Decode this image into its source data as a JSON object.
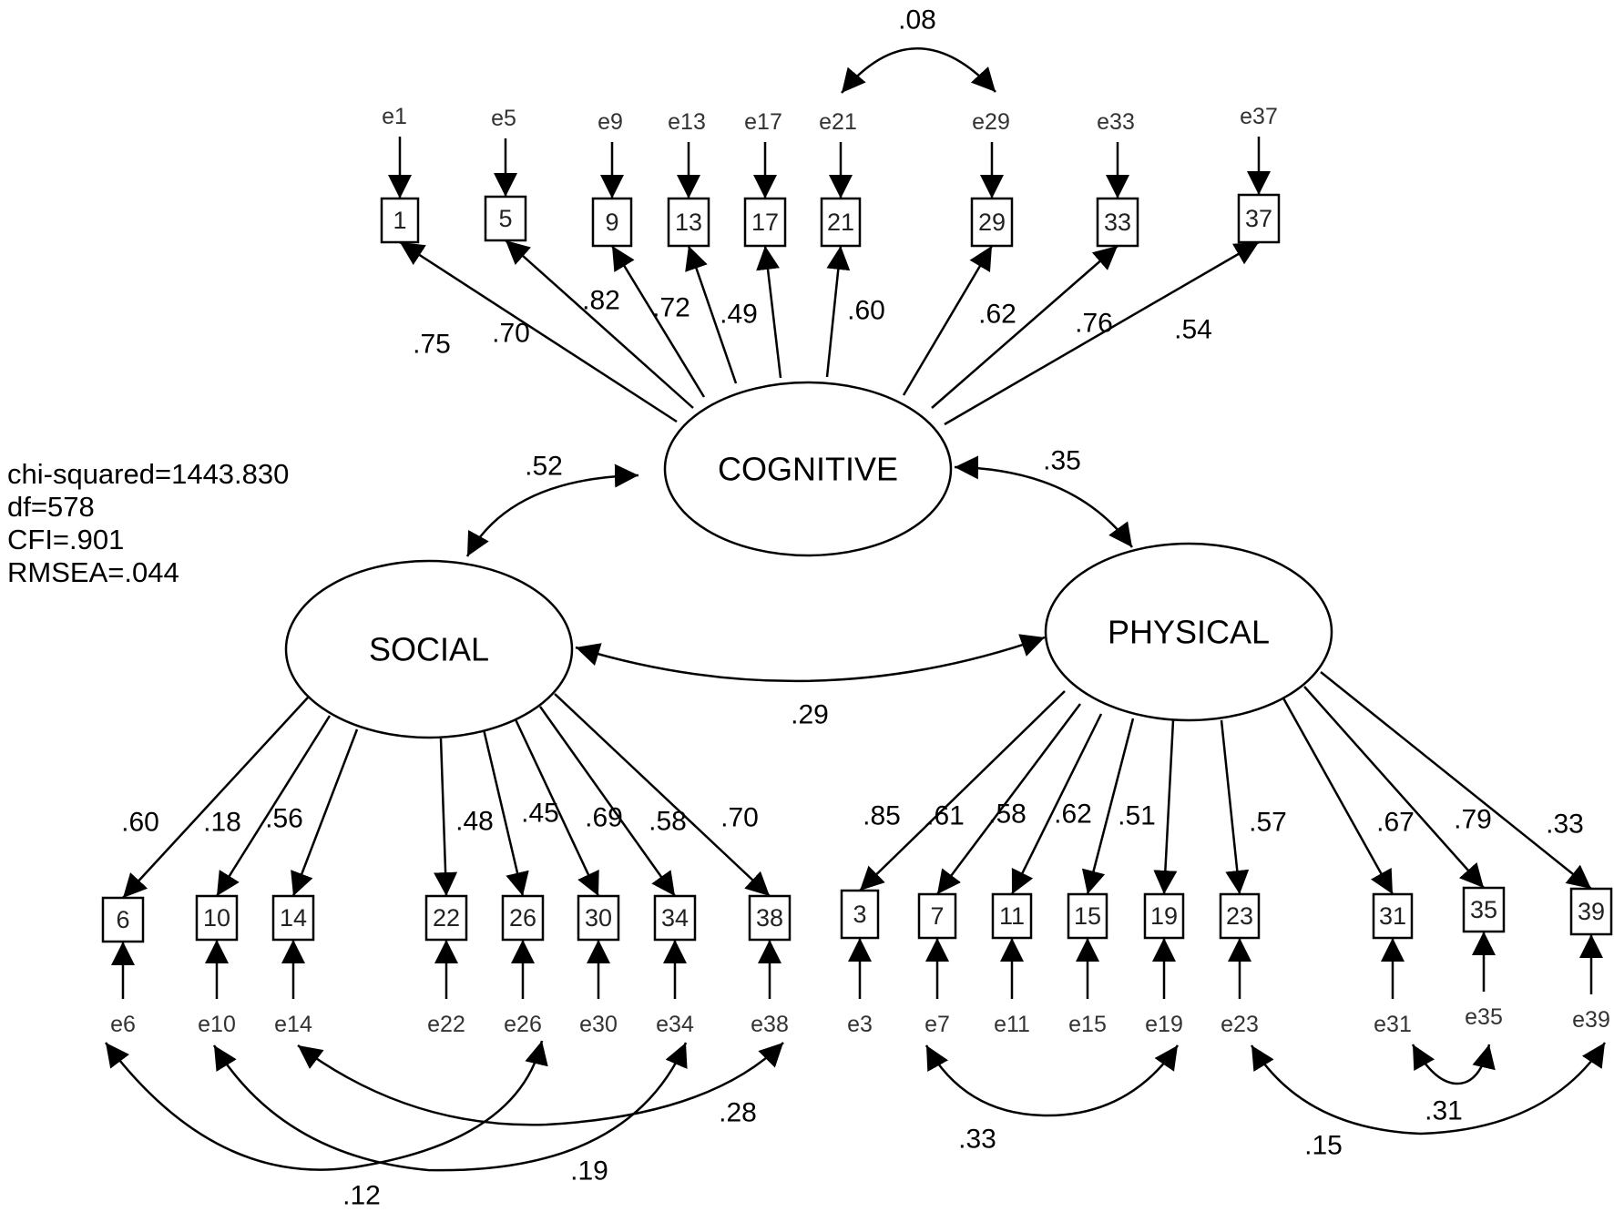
{
  "fit": {
    "chi_squared": "chi-squared=1443.830",
    "df": "df=578",
    "cfi": "CFI=.901",
    "rmsea": "RMSEA=.044"
  },
  "latents": [
    {
      "id": "cog",
      "label": "COGNITIVE"
    },
    {
      "id": "soc",
      "label": "SOCIAL"
    },
    {
      "id": "phy",
      "label": "PHYSICAL"
    }
  ],
  "indicators": [
    {
      "item": "1",
      "error": "e1",
      "loading": ".75",
      "factor": "cog"
    },
    {
      "item": "5",
      "error": "e5",
      "loading": ".70",
      "factor": "cog"
    },
    {
      "item": "9",
      "error": "e9",
      "loading": ".82",
      "factor": "cog"
    },
    {
      "item": "13",
      "error": "e13",
      "loading": ".72",
      "factor": "cog"
    },
    {
      "item": "17",
      "error": "e17",
      "loading": ".49",
      "factor": "cog"
    },
    {
      "item": "21",
      "error": "e21",
      "loading": ".60",
      "factor": "cog"
    },
    {
      "item": "29",
      "error": "e29",
      "loading": ".62",
      "factor": "cog"
    },
    {
      "item": "33",
      "error": "e33",
      "loading": ".76",
      "factor": "cog"
    },
    {
      "item": "37",
      "error": "e37",
      "loading": ".54",
      "factor": "cog"
    },
    {
      "item": "6",
      "error": "e6",
      "loading": ".60",
      "factor": "soc"
    },
    {
      "item": "10",
      "error": "e10",
      "loading": ".18",
      "factor": "soc"
    },
    {
      "item": "14",
      "error": "e14",
      "loading": ".56",
      "factor": "soc"
    },
    {
      "item": "22",
      "error": "e22",
      "loading": ".48",
      "factor": "soc"
    },
    {
      "item": "26",
      "error": "e26",
      "loading": ".45",
      "factor": "soc"
    },
    {
      "item": "30",
      "error": "e30",
      "loading": ".69",
      "factor": "soc"
    },
    {
      "item": "34",
      "error": "e34",
      "loading": ".58",
      "factor": "soc"
    },
    {
      "item": "38",
      "error": "e38",
      "loading": ".70",
      "factor": "soc"
    },
    {
      "item": "3",
      "error": "e3",
      "loading": ".85",
      "factor": "phy"
    },
    {
      "item": "7",
      "error": "e7",
      "loading": ".61",
      "factor": "phy"
    },
    {
      "item": "11",
      "error": "e11",
      "loading": ".58",
      "factor": "phy"
    },
    {
      "item": "15",
      "error": "e15",
      "loading": ".62",
      "factor": "phy"
    },
    {
      "item": "19",
      "error": "e19",
      "loading": ".51",
      "factor": "phy"
    },
    {
      "item": "23",
      "error": "e23",
      "loading": ".57",
      "factor": "phy"
    },
    {
      "item": "31",
      "error": "e31",
      "loading": ".67",
      "factor": "phy"
    },
    {
      "item": "35",
      "error": "e35",
      "loading": ".79",
      "factor": "phy"
    },
    {
      "item": "39",
      "error": "e39",
      "loading": ".33",
      "factor": "phy"
    }
  ],
  "factor_correlations": [
    {
      "a": "cog",
      "b": "soc",
      "value": ".52"
    },
    {
      "a": "cog",
      "b": "phy",
      "value": ".35"
    },
    {
      "a": "soc",
      "b": "phy",
      "value": ".29"
    }
  ],
  "error_covariances": [
    {
      "a": "e21",
      "b": "e29",
      "value": ".08"
    },
    {
      "a": "e6",
      "b": "e26",
      "value": ".12"
    },
    {
      "a": "e10",
      "b": "e34",
      "value": ".19"
    },
    {
      "a": "e14",
      "b": "e38",
      "value": ".28"
    },
    {
      "a": "e7",
      "b": "e19",
      "value": ".33"
    },
    {
      "a": "e23",
      "b": "e39",
      "value": ".15"
    },
    {
      "a": "e31",
      "b": "e35",
      "value": ".31"
    }
  ]
}
